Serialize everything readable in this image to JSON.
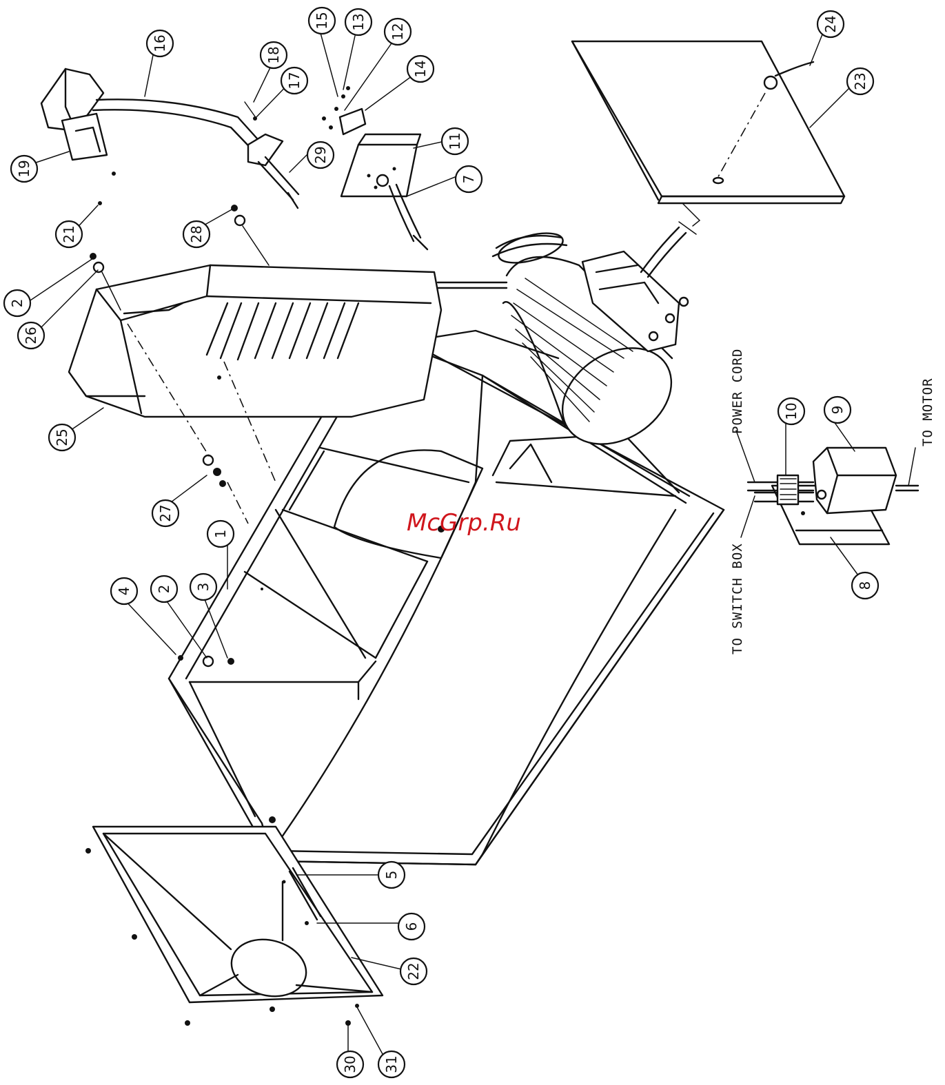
{
  "watermark": "McGrp.Ru",
  "wire_labels": {
    "power_cord": "POWER CORD",
    "to_switch_box": "TO SWITCH BOX",
    "to_motor": "TO MOTOR"
  },
  "callouts": [
    "1",
    "2",
    "2",
    "3",
    "4",
    "5",
    "6",
    "7",
    "8",
    "9",
    "10",
    "11",
    "12",
    "13",
    "14",
    "15",
    "16",
    "17",
    "18",
    "19",
    "21",
    "22",
    "23",
    "24",
    "25",
    "26",
    "27",
    "28",
    "29",
    "30",
    "31"
  ],
  "colors": {
    "line": "#111111",
    "watermark": "#d0161d",
    "background": "#ffffff"
  }
}
